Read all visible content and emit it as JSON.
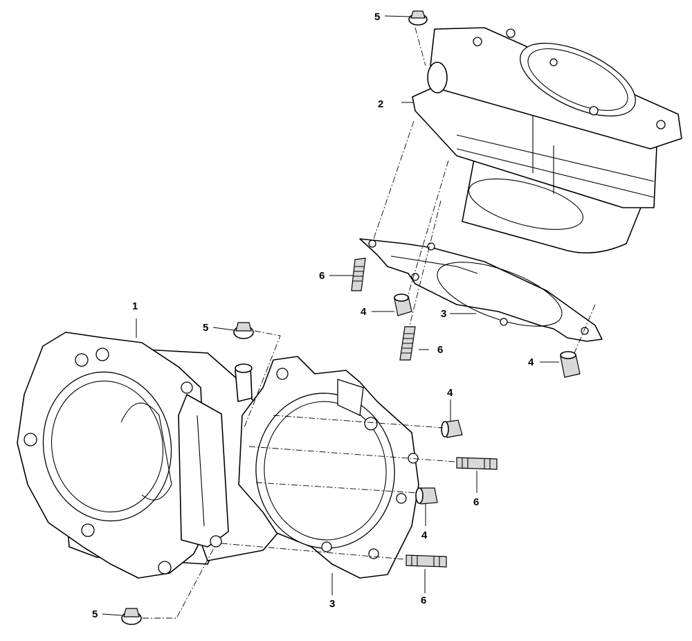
{
  "callouts": {
    "c1": "1",
    "c2": "2",
    "c3a": "3",
    "c3b": "3",
    "c4a": "4",
    "c4b": "4",
    "c4c": "4",
    "c4d": "4",
    "c5a": "5",
    "c5b": "5",
    "c5c": "5",
    "c6a": "6",
    "c6b": "6",
    "c6c": "6",
    "c6d": "6"
  }
}
